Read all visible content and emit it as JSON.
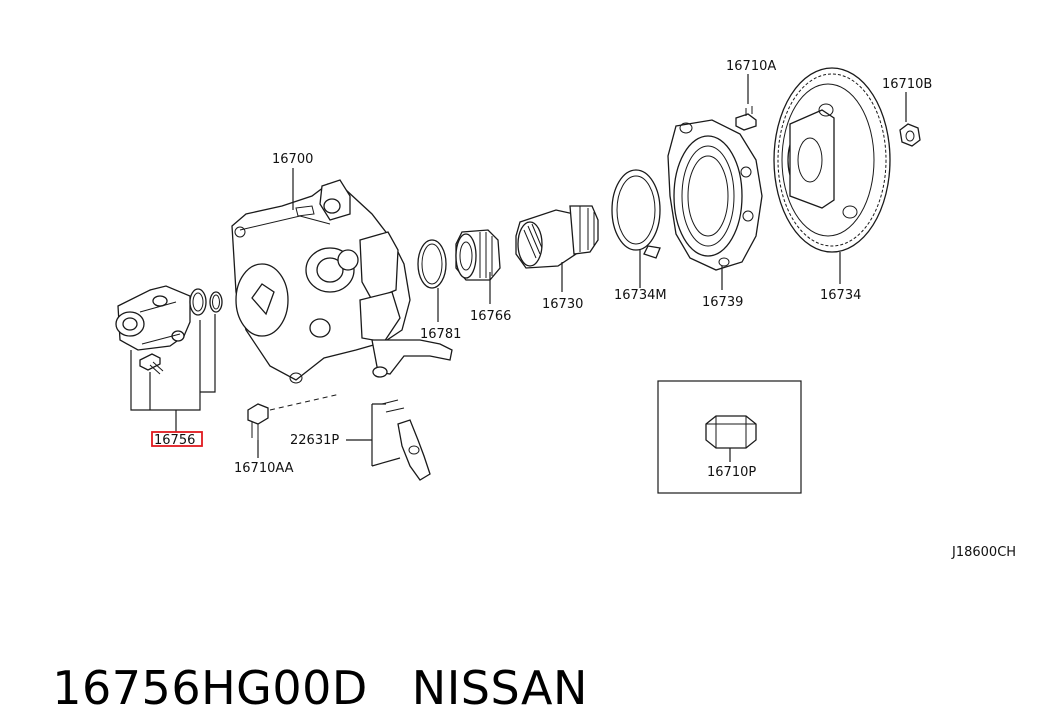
{
  "diagram": {
    "drawing_code": "J18600CH",
    "highlight_color": "#e0191f",
    "callouts": {
      "c16700": "16700",
      "c16710A": "16710A",
      "c16710B": "16710B",
      "c16756": "16756",
      "c16710AA": "16710AA",
      "c22631P": "22631P",
      "c16781": "16781",
      "c16766": "16766",
      "c16730": "16730",
      "c16734M": "16734M",
      "c16739": "16739",
      "c16734": "16734",
      "c16710P": "16710P"
    }
  },
  "footer": {
    "part_number": "16756HG00D",
    "brand": "NISSAN"
  }
}
